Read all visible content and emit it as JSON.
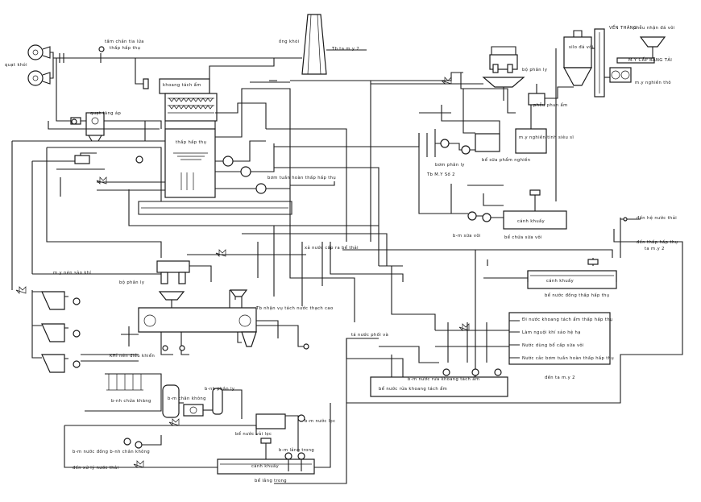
{
  "labels": {
    "quat_khoi": "quạt khói",
    "tam_chan_tia_lua": "tấm chắn tia lửa",
    "thap_hap_thu_top": "thấp hấp thụ",
    "ong_khoi": "ống khói",
    "tb_may_2_top": "Tb ta m.y 2",
    "quat_tang_ap": "quạt tăng áp",
    "khoang_tach_am": "khoang tách ẩm",
    "thap_hap_thu": "thấp hấp thụ",
    "bom_tuan_hoan": "bơm tuần hoàn thấp hấp thụ",
    "silo_da_voi": "silo đá vôi",
    "ven_thang": "VẾN THĂNG",
    "pheu_nhan_da_voi": "phễu nhận đá vôi",
    "may_cap_bang_tai": "M.Y CẤP BĂNG TẢI",
    "may_nghien_tho": "m.y nghiền thô",
    "bo_phan_ly_top": "bộ phân ly",
    "pheu_phun_am": "phễu phun ẩm",
    "may_nghien_tinh": "m.y nghiền tinh siêu sĩ",
    "bom_sua_pham_nghien": "bể sữa phẩm nghiền",
    "bom_phan_ly": "bơm phân ly",
    "tb_may_so_2": "Tb M.Y Số 2",
    "bom_sua_voi_top": "b-m sữa vôi",
    "canh_khuay_top": "cánh khuấy",
    "bo_chua_sua_voi": "bể chứa sữa vôi",
    "den_he_nuoc_trai": "đến hệ nước thải",
    "den_thap_hap_thu": "đến thấp hấp thụ",
    "ta_may_2_right": "ta m.y 2",
    "xa_nuoc_cap": "xả nước cấp ra bể thải",
    "canh_khuay_mid": "cánh khuấy",
    "bo_nuoc_dong": "bể nước đồng thấp hấp thụ",
    "may_nen_khi": "m.y nén sảo khí",
    "bo_phan_ly_left": "bộ phân ly",
    "tb_nhan_vu": "Tb nhận vụ tách nước thạch cao",
    "khi_nen_dieu_khien": "KHÍ nén điều khiển",
    "ta_nuoc_phoi_va": "tá nước phối và",
    "out1": "Đi nước khoang tách ẩm thấp hấp thụ",
    "out2": "Làm nguội khí sảo hệ hạ",
    "out3": "Nước dùng bổ cấp sữa vôi",
    "out4": "Nước cắc bơm tuần hoàn thấp hấp thụ",
    "den_ta_may_2": "đến ta m.y 2",
    "bom_nuoc_loc_tach": "b-m nước rửa khoang tách ẩm",
    "bom_nuoc_rua": "bể nước rửa khoang tách ẩm",
    "bon_chua_khang": "b-nh chứa khăng",
    "bom_chan_khong": "b-m chân không",
    "binh_phan_ly": "b-nh phân ly",
    "bom_nuoc_loc": "b-m nước lọc",
    "bom_nuoc_vai": "bể nước vải lọc",
    "bom_nuoc_dong_binh": "b-m nước đồng b-nh chân không",
    "den_xu_ly": "đến xử lý nước thải",
    "bom_lang_trong": "b-m lắng trong",
    "canh_khuay_bot": "cánh khuấy",
    "bo_lang_trong": "bể lắng trong"
  }
}
